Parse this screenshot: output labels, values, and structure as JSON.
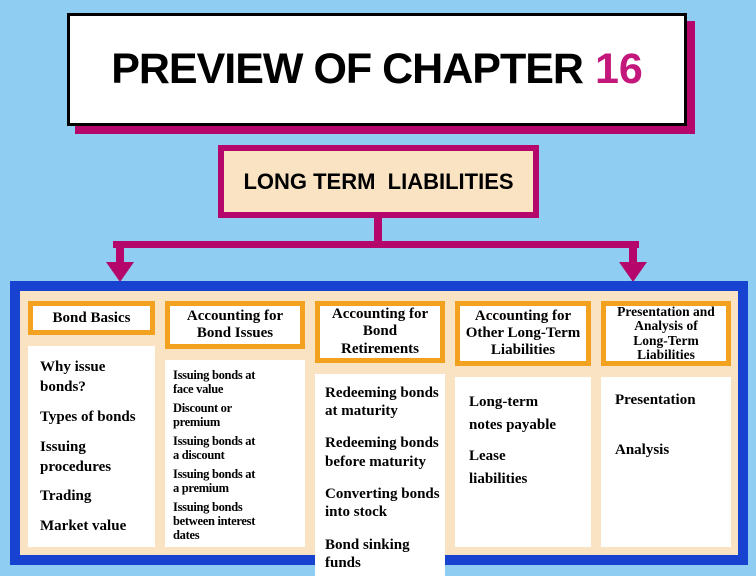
{
  "slide": {
    "title": {
      "main": "PREVIEW OF CHAPTER",
      "number": "16"
    },
    "subtitle": "LONG TERM  LIABILITIES",
    "columns": [
      {
        "header": "Bond Basics",
        "items": [
          "Why issue\nbonds?",
          "Types of bonds",
          "Issuing\nprocedures",
          "Trading",
          "Market value"
        ]
      },
      {
        "header": "Accounting for\nBond Issues",
        "items": [
          "Issuing bonds at\nface value",
          "Discount or\npremium",
          "Issuing bonds at\na discount",
          "Issuing bonds at\na premium",
          "Issuing bonds\nbetween interest\ndates"
        ]
      },
      {
        "header": "Accounting for\nBond\nRetirements",
        "items": [
          "Redeeming bonds\nat maturity",
          "Redeeming bonds\nbefore maturity",
          "Converting bonds\ninto stock",
          "Bond sinking funds"
        ]
      },
      {
        "header": "Accounting for\nOther Long-Term\nLiabilities",
        "items": [
          "Long-term\nnotes payable",
          "Lease\nliabilities"
        ]
      },
      {
        "header": "Presentation and\nAnalysis of\nLong-Term\nLiabilities",
        "items": [
          "Presentation",
          "Analysis"
        ]
      }
    ],
    "colors": {
      "background": "#8FCDF2",
      "magenta_accent": "#B5076B",
      "chapter_number": "#C4177C",
      "container_border_blue": "#1843D1",
      "container_fill_cream": "#FAE3C3",
      "header_border_orange": "#F2A21E"
    }
  }
}
